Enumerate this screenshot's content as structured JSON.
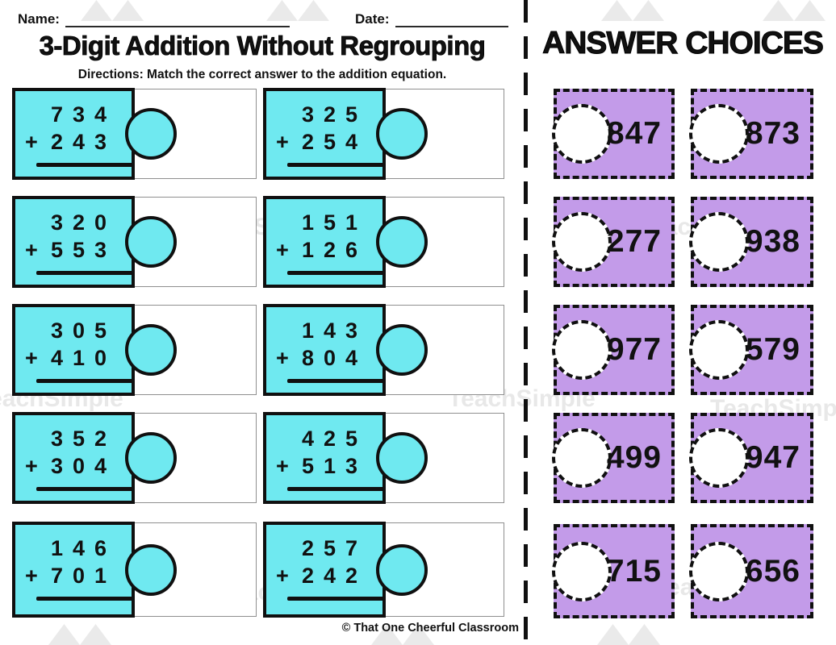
{
  "page": {
    "name_label": "Name:",
    "date_label": "Date:",
    "title": "3-Digit Addition Without Regrouping",
    "directions": "Directions: Match the correct answer to the addition equation.",
    "plus_sign": "+",
    "credit": "© That One Cheerful Classroom",
    "watermark_text": "TeachSimple"
  },
  "answer_panel": {
    "title": "ANSWER CHOICES",
    "answers": [
      "847",
      "873",
      "277",
      "938",
      "977",
      "579",
      "499",
      "947",
      "715",
      "656"
    ]
  },
  "problems": [
    {
      "addend1": "734",
      "addend2": "243"
    },
    {
      "addend1": "325",
      "addend2": "254"
    },
    {
      "addend1": "320",
      "addend2": "553"
    },
    {
      "addend1": "151",
      "addend2": "126"
    },
    {
      "addend1": "305",
      "addend2": "410"
    },
    {
      "addend1": "143",
      "addend2": "804"
    },
    {
      "addend1": "352",
      "addend2": "304"
    },
    {
      "addend1": "425",
      "addend2": "513"
    },
    {
      "addend1": "146",
      "addend2": "701"
    },
    {
      "addend1": "257",
      "addend2": "242"
    }
  ],
  "colors": {
    "equation_piece": "#6FE9F0",
    "answer_piece": "#C39BE9",
    "outline": "#101010"
  }
}
